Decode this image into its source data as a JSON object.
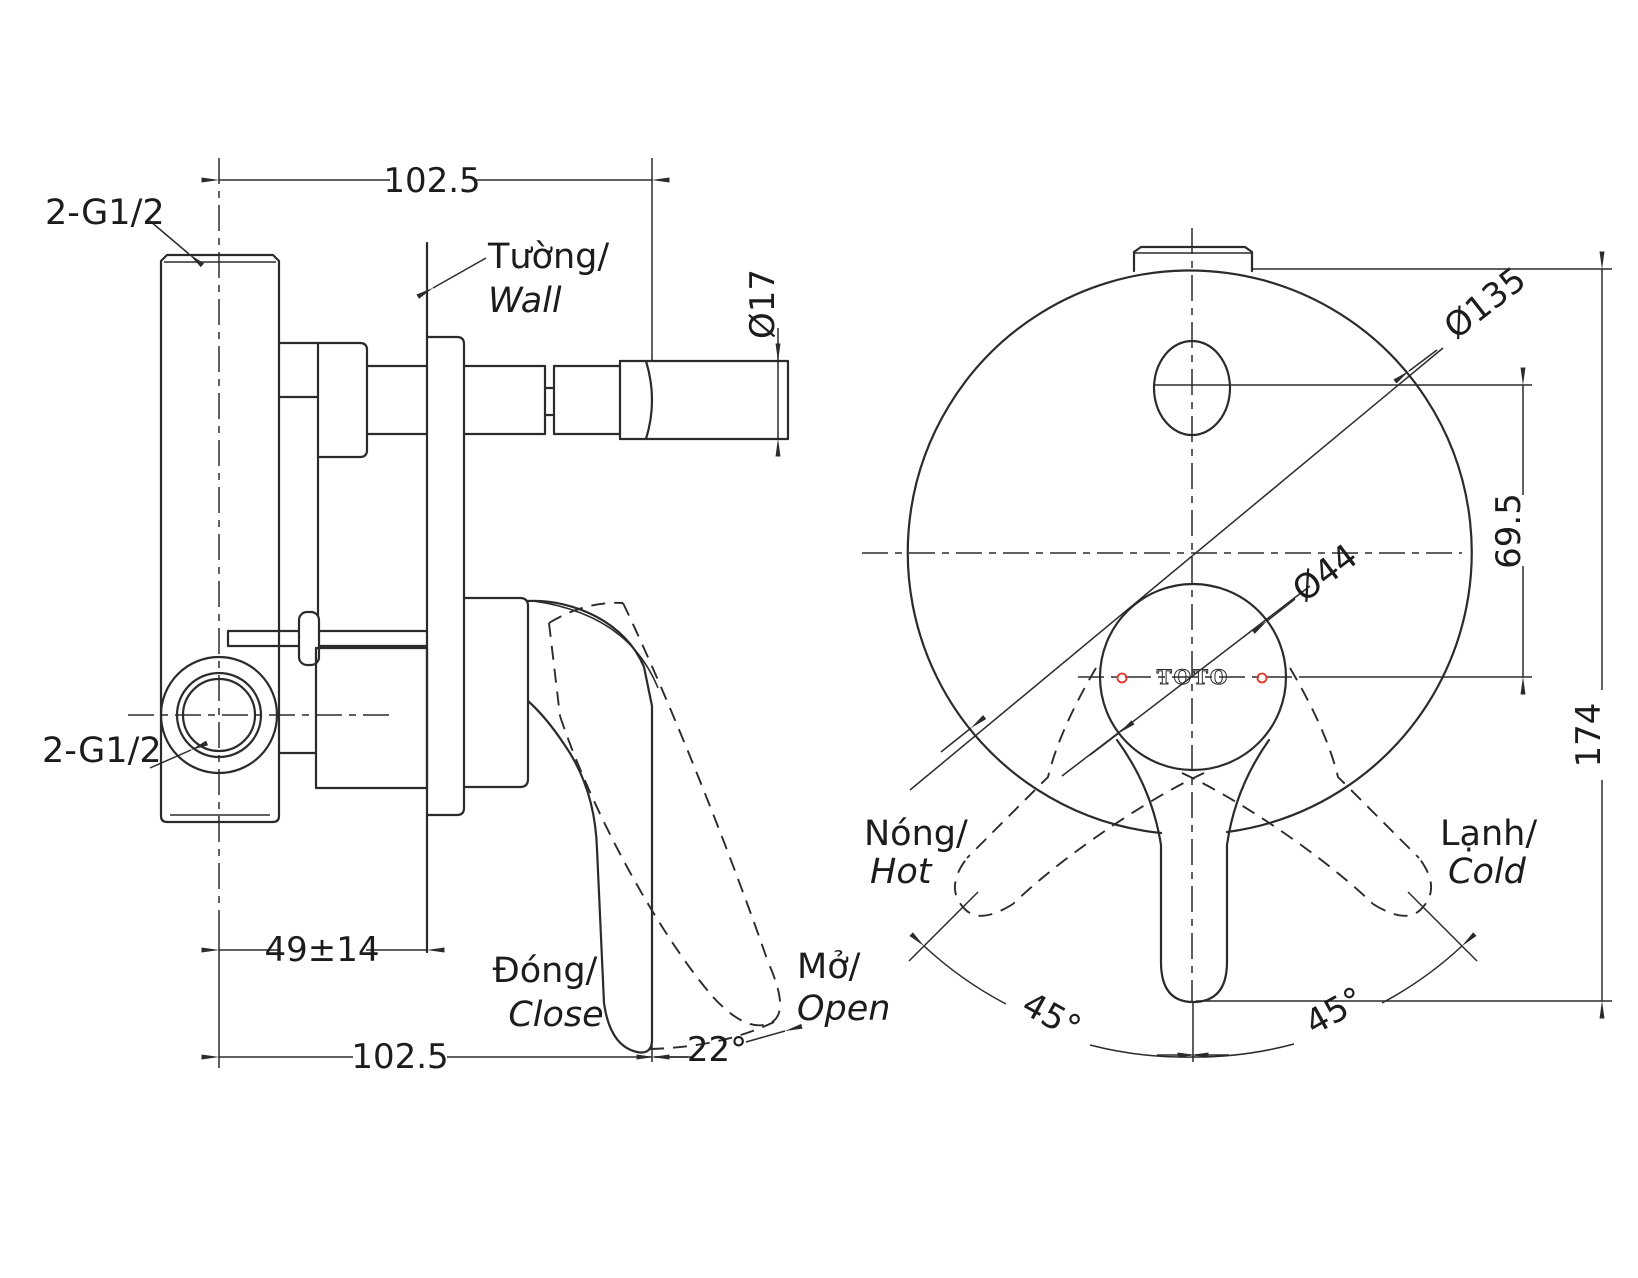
{
  "drawing_title": "shower-mixer-valve-technical-drawing",
  "colors": {
    "line": "#2b2b2b",
    "accent_red": "#e8322a",
    "background": "#ffffff"
  },
  "left_view": {
    "dim_width_top": "102.5",
    "thread_label_top": "2-G1/2",
    "thread_label_bottom": "2-G1/2",
    "wall_label_vi": "Tường/",
    "wall_label_en": "Wall",
    "dim_spout_diameter": "Ø17",
    "dim_wall_offset": "49±14",
    "dim_width_bottom": "102.5",
    "close_label_vi": "Đóng/",
    "close_label_en": "Close",
    "open_angle": "22°",
    "open_label_vi": "Mở/",
    "open_label_en": "Open"
  },
  "right_view": {
    "dim_plate_diameter": "Ø135",
    "dim_handle_diameter": "Ø44",
    "dim_button_offset": "69.5",
    "dim_total_height": "174",
    "swing_left": "45°",
    "swing_right": "45°",
    "hot_label_vi": "Nóng/",
    "hot_label_en": "Hot",
    "cold_label_vi": "Lạnh/",
    "cold_label_en": "Cold",
    "brand": "TOTO"
  }
}
